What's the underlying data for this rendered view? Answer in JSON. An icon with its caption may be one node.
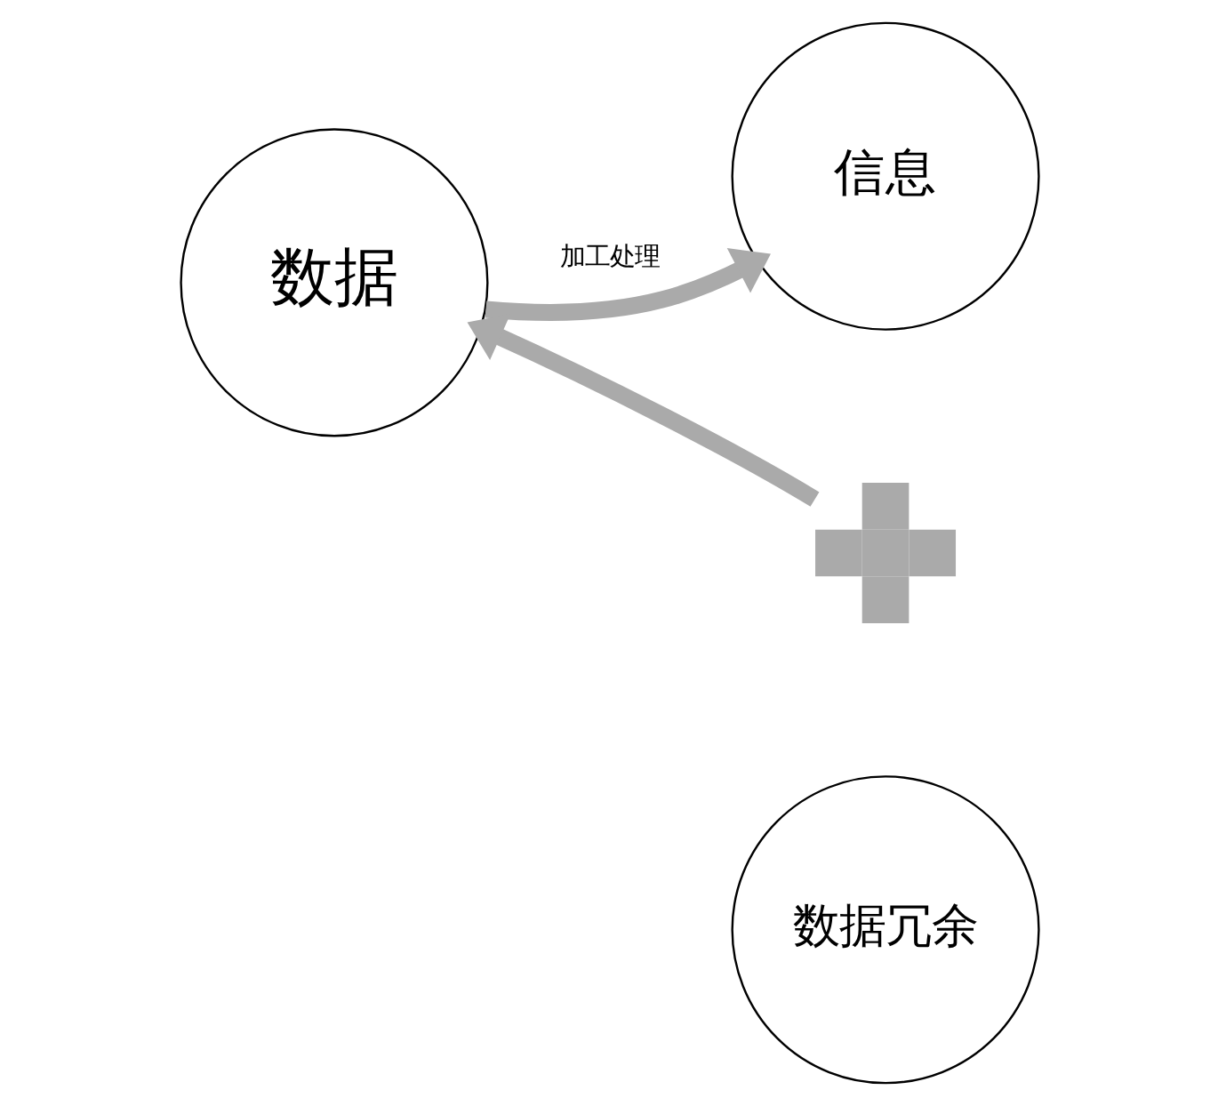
{
  "diagram": {
    "nodes": [
      {
        "text": [
          "数据"
        ]
      },
      {
        "text": [
          "信息"
        ]
      },
      {
        "text": [
          "数据冗余"
        ]
      },
      {
        "text": [],
        "shape": "plus"
      }
    ],
    "edges": [
      {
        "from": 0,
        "to": 1,
        "arrow": "to",
        "label": "加工处理"
      },
      {
        "from": 3,
        "to": 0,
        "arrow": "to"
      }
    ]
  }
}
